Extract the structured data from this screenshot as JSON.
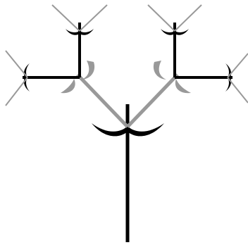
{
  "colors": {
    "background": "#ffffff",
    "primary": "#000000",
    "secondary": "#999999"
  },
  "structure": {
    "type": "fractal-tree",
    "levels": 3,
    "branch_angle_degrees": 45,
    "node_marker": "crescent-pair"
  }
}
